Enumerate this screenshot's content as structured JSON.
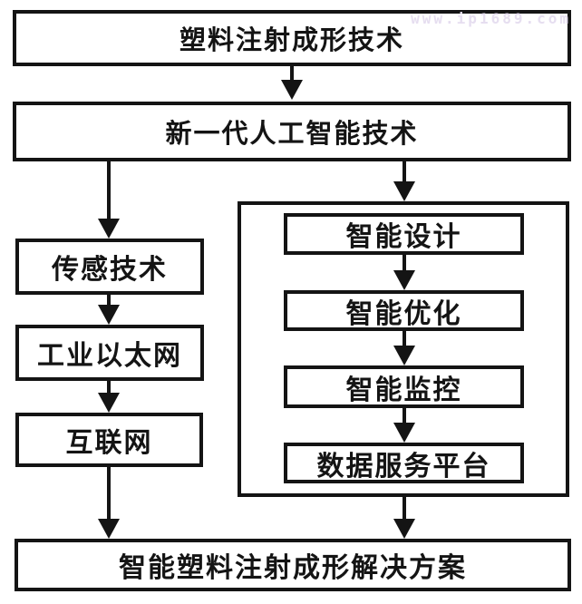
{
  "watermark": "www.ip1689.com",
  "nodes": {
    "plastic": "塑料注射成形技术",
    "ai": "新一代人工智能技术",
    "sensing": "传感技术",
    "ethernet": "工业以太网",
    "internet": "互联网",
    "design": "智能设计",
    "optimization": "智能优化",
    "monitoring": "智能监控",
    "platform": "数据服务平台",
    "solution": "智能塑料注射成形解决方案"
  },
  "edges": [
    {
      "from": "plastic",
      "to": "ai"
    },
    {
      "from": "ai",
      "to": "sensing"
    },
    {
      "from": "ai",
      "to": "intelligent-group"
    },
    {
      "from": "sensing",
      "to": "ethernet"
    },
    {
      "from": "ethernet",
      "to": "internet"
    },
    {
      "from": "internet",
      "to": "solution"
    },
    {
      "from": "design",
      "to": "optimization"
    },
    {
      "from": "optimization",
      "to": "monitoring"
    },
    {
      "from": "monitoring",
      "to": "platform"
    },
    {
      "from": "intelligent-group",
      "to": "solution"
    }
  ],
  "colors": {
    "line": "#141414",
    "background": "#ffffff",
    "watermark": "#e6def0"
  }
}
